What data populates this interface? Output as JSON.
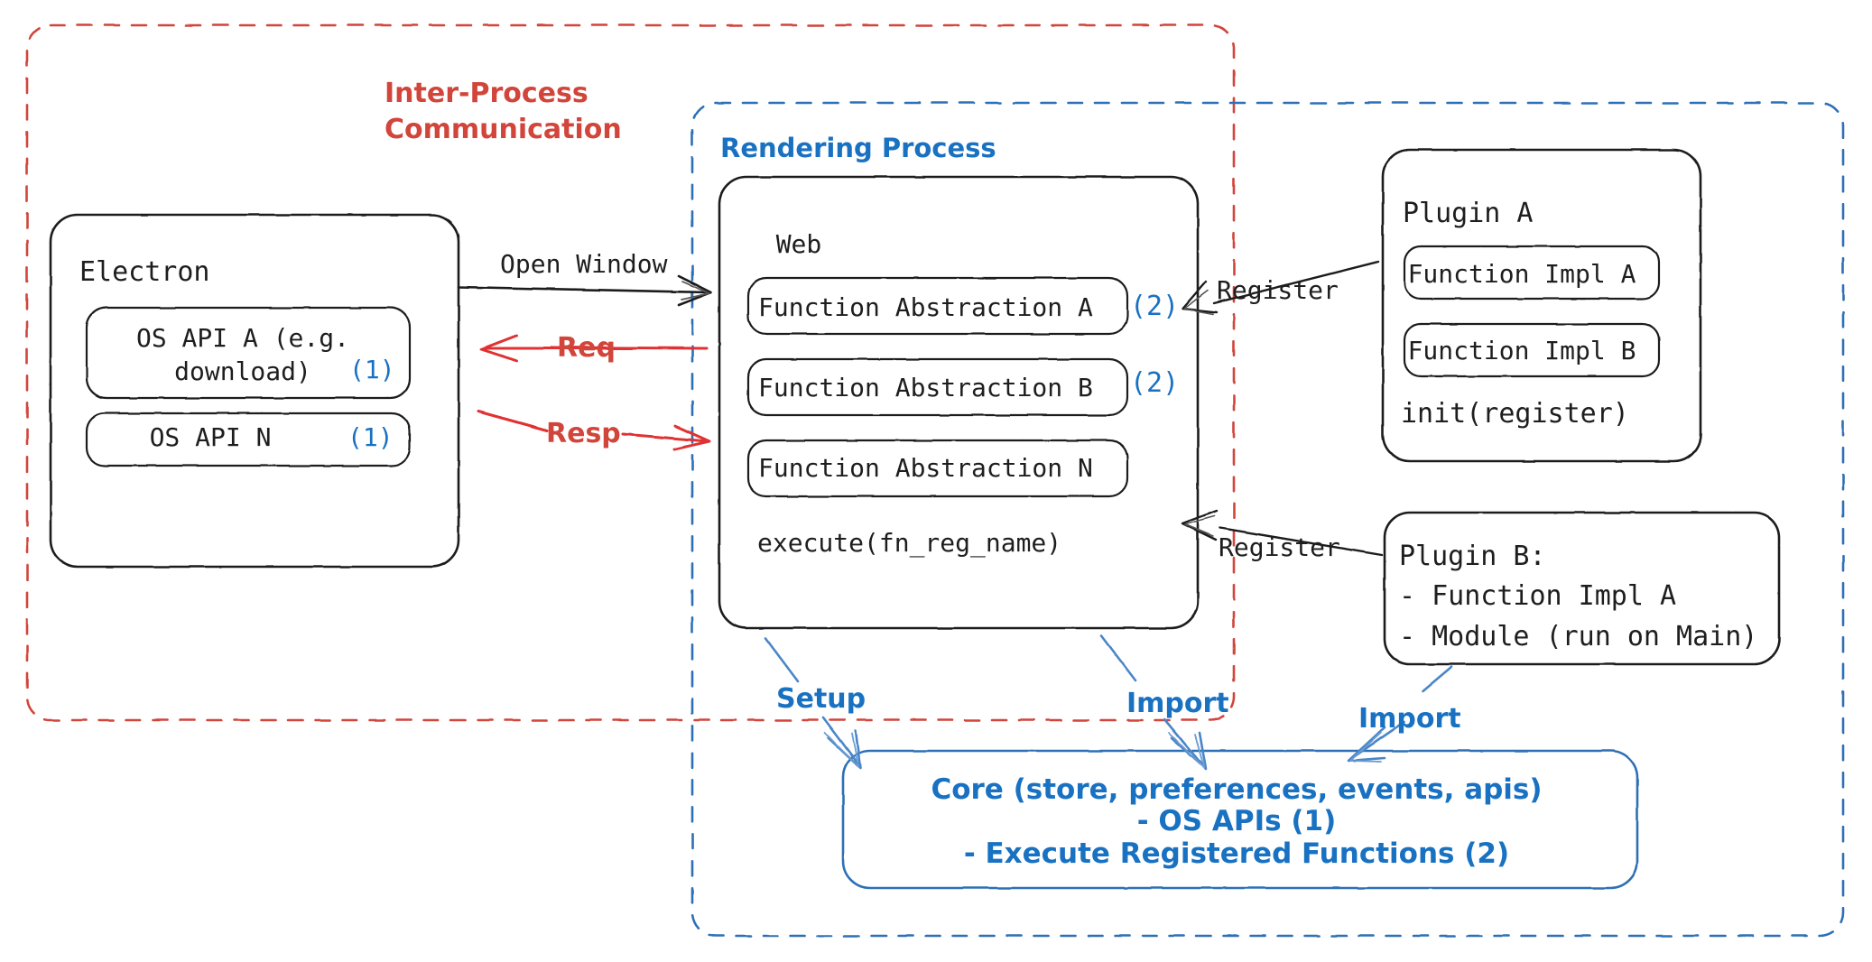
{
  "diagram": {
    "title_ipc": "Inter-Process\nCommunication",
    "containers": {
      "ipc": {
        "label": "Inter-Process Communication",
        "color": "#d1453b",
        "style": "dashed"
      },
      "rendering_process": {
        "label": "Rendering Process",
        "color": "#1971c2",
        "style": "dashed"
      }
    }
  },
  "electron": {
    "title": "Electron",
    "apis": [
      {
        "label": "OS API A (e.g.\ndownload)",
        "marker": "(1)"
      },
      {
        "label": "OS API N",
        "marker": "(1)"
      }
    ]
  },
  "web": {
    "title": "Web",
    "abstractions": [
      {
        "label": "Function Abstraction A",
        "marker": "(2)"
      },
      {
        "label": "Function Abstraction B",
        "marker": "(2)"
      },
      {
        "label": "Function Abstraction N",
        "marker": ""
      }
    ],
    "execute": "execute(fn_reg_name)"
  },
  "plugin_a": {
    "title": "Plugin A",
    "impls": [
      "Function Impl A",
      "Function Impl B"
    ],
    "init": "init(register)"
  },
  "plugin_b": {
    "title": "Plugin B:",
    "lines": [
      "- Function Impl A",
      "- Module (run on Main)"
    ]
  },
  "core": {
    "line1": "Core (store, preferences, events, apis)",
    "line2": "- OS APIs (1)",
    "line3": "- Execute Registered Functions (2)"
  },
  "edges": {
    "open_window": "Open Window",
    "req": "Req",
    "resp": "Resp",
    "register_a": "Register",
    "register_b": "Register",
    "setup": "Setup",
    "import_web": "Import",
    "import_plugin_b": "Import"
  },
  "colors": {
    "ipc_red": "#d1453b",
    "process_blue": "#1971c2",
    "ink": "#1e1e1e",
    "arrow_blue": "#4a86c8"
  }
}
